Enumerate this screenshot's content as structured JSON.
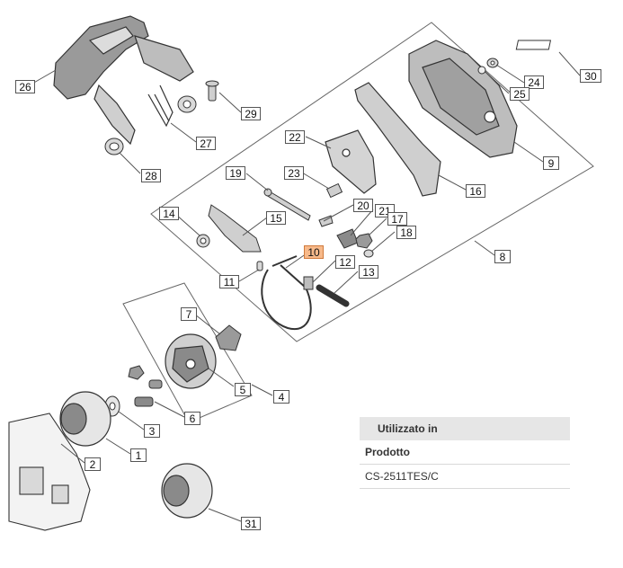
{
  "diagram": {
    "callouts": [
      "26",
      "29",
      "27",
      "28",
      "22",
      "23",
      "19",
      "20",
      "21",
      "17",
      "18",
      "14",
      "15",
      "10",
      "12",
      "11",
      "13",
      "16",
      "30",
      "24",
      "25",
      "9",
      "8",
      "7",
      "5",
      "4",
      "6",
      "3",
      "2",
      "1",
      "31"
    ],
    "highlighted": "10"
  },
  "panel": {
    "header": "Utilizzato in",
    "column": "Prodotto",
    "product": "CS-2511TES/C"
  },
  "colors": {
    "highlight": "#f7b98a",
    "line": "#555555"
  }
}
